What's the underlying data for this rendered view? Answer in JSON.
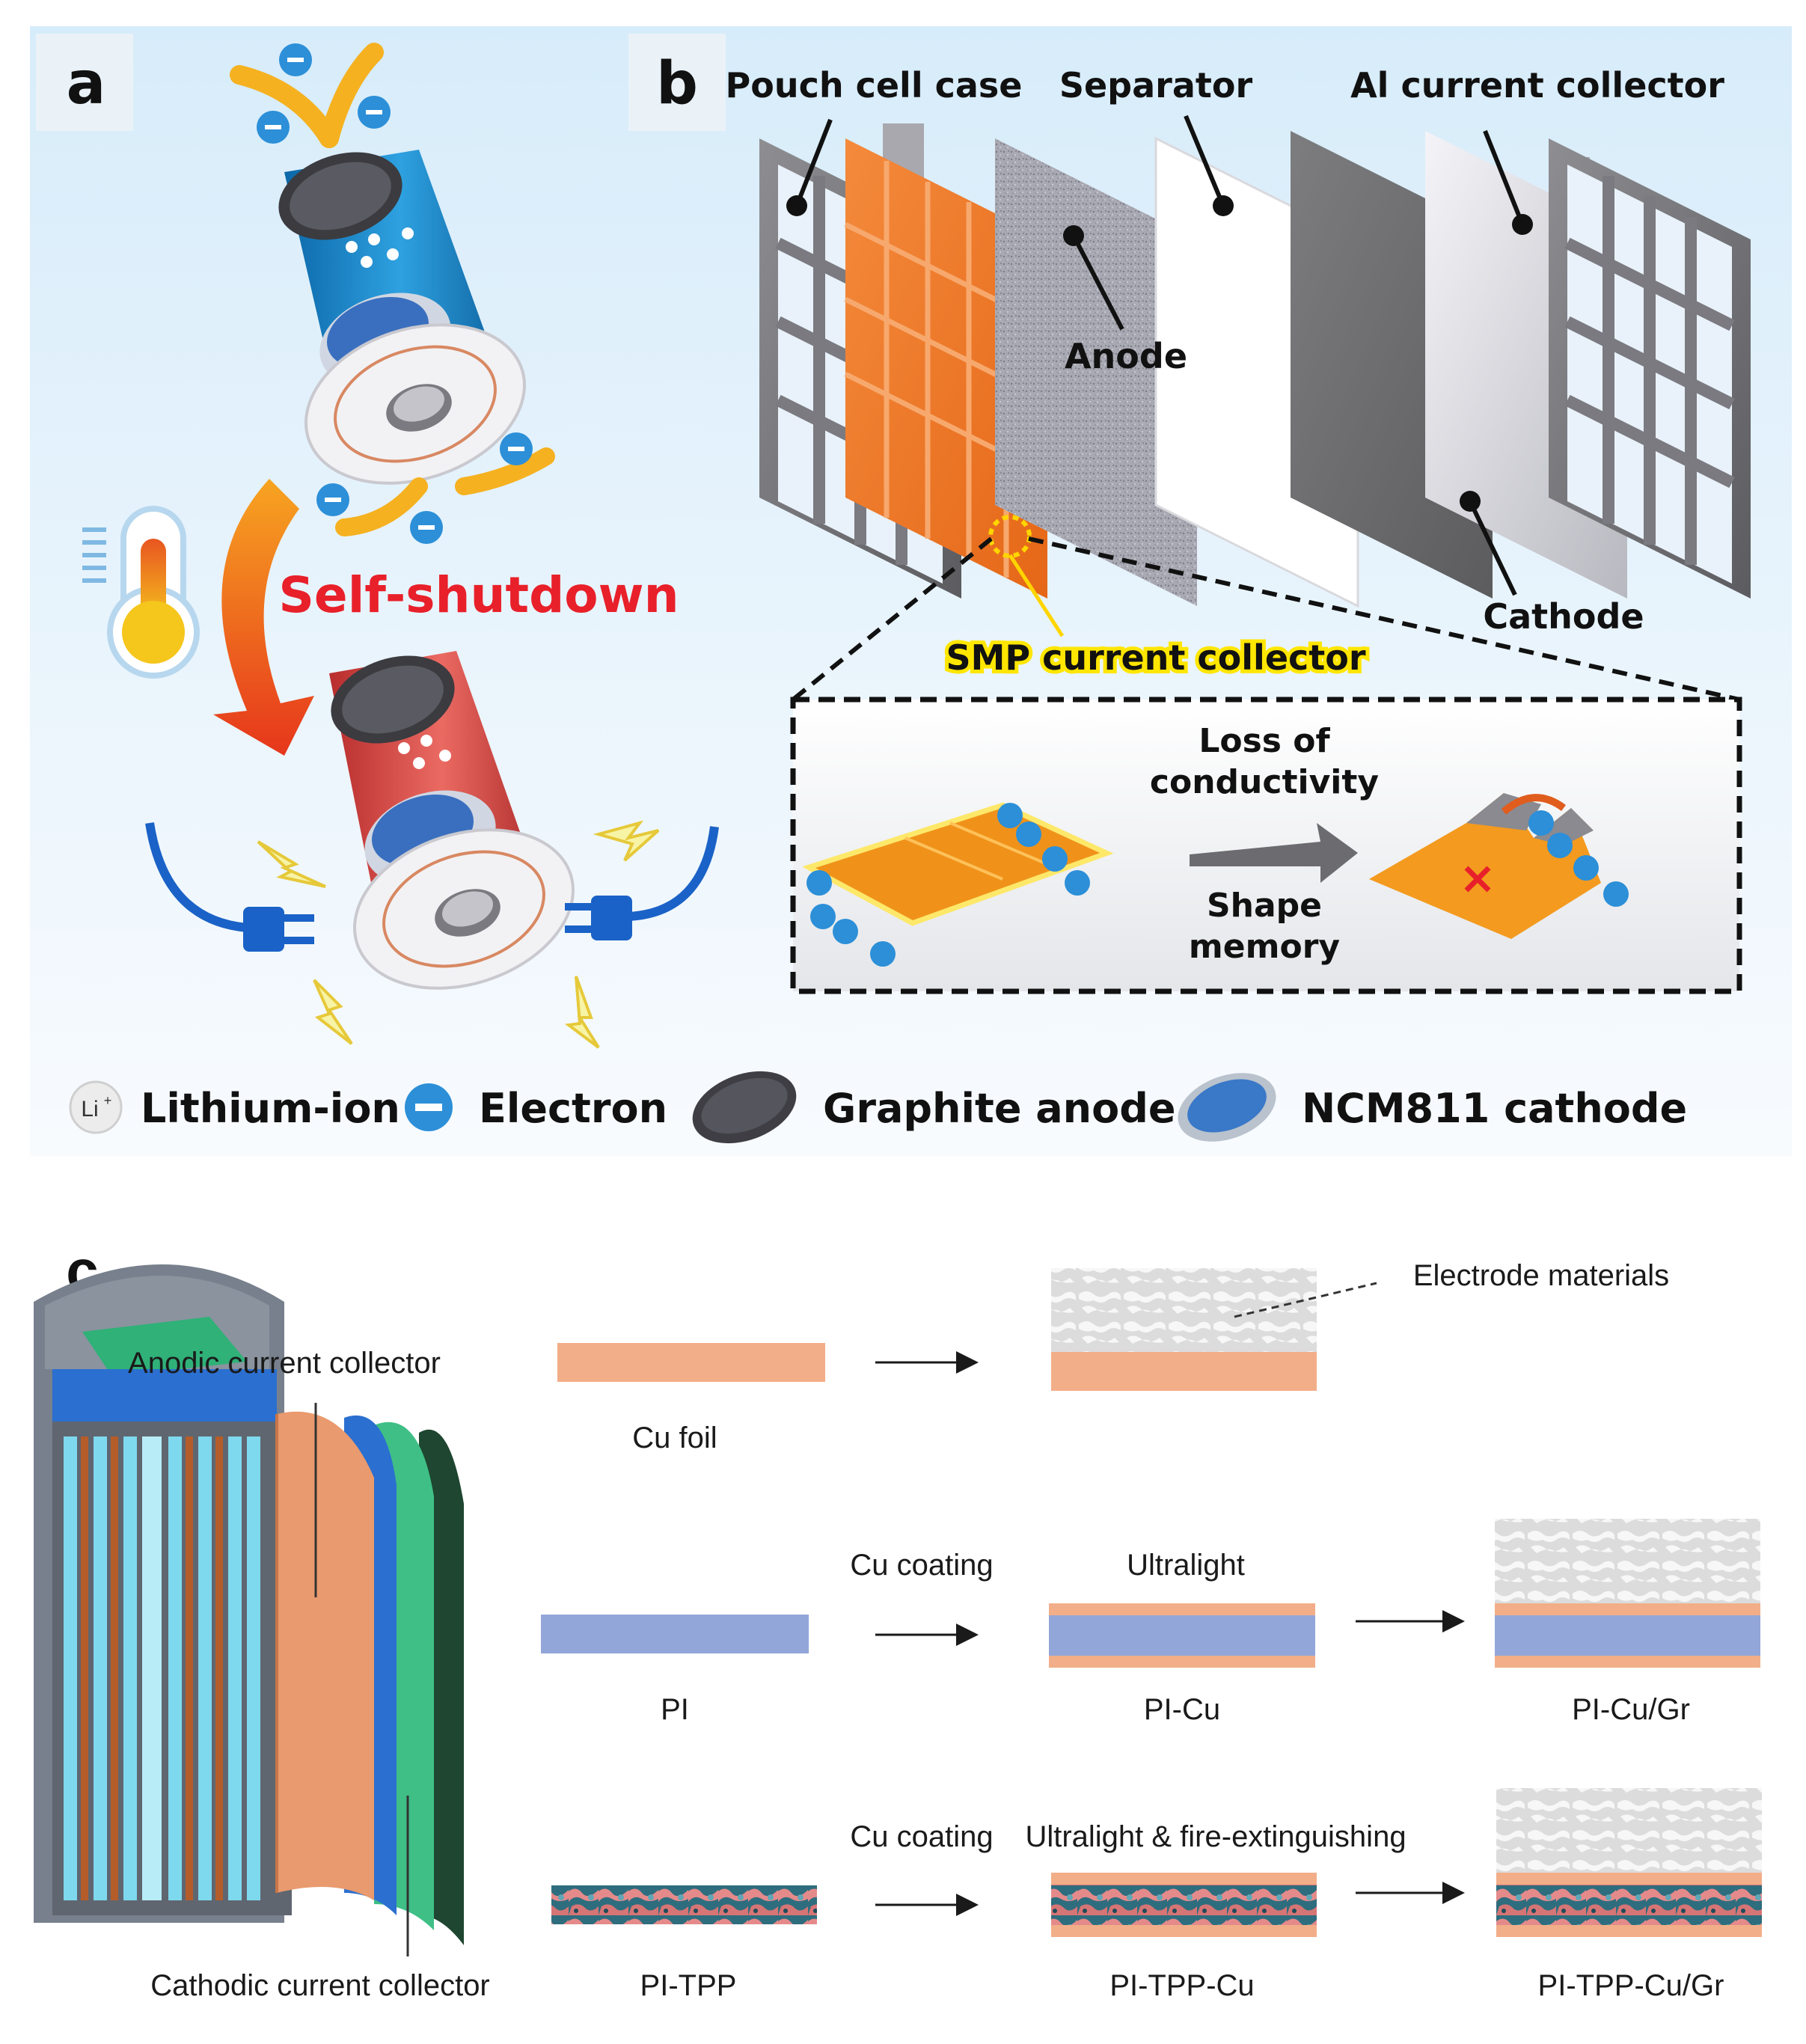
{
  "panels": {
    "a": {
      "letter": "a",
      "self_shutdown": "Self-shutdown",
      "thermometer_icon": "thermometer-icon",
      "plug_icon": "power-plug-icon",
      "lightning_icon": "lightning-icon"
    },
    "b": {
      "letter": "b",
      "labels": {
        "pouch_cell_case": "Pouch cell case",
        "separator": "Separator",
        "al_current_collector": "Al current collector",
        "anode": "Anode",
        "cathode": "Cathode",
        "smp_current_collector": "SMP current collector"
      },
      "inset": {
        "loss_line1": "Loss of",
        "loss_line2": "conductivity",
        "shape_line1": "Shape",
        "shape_line2": "memory"
      }
    },
    "legend": {
      "li_symbol": "Li",
      "li_superscript": "+",
      "lithium_ion": "Lithium-ion",
      "electron": "Electron",
      "graphite_anode": "Graphite anode",
      "ncm_cathode": "NCM811 cathode"
    },
    "c": {
      "letter": "c",
      "anodic_label": "Anodic current collector",
      "cathodic_label": "Cathodic current collector",
      "electrode_materials": "Electrode materials",
      "rows": [
        {
          "start": "Cu foil",
          "step": "",
          "mid_tag": "",
          "mid": "",
          "end": ""
        },
        {
          "start": "PI",
          "step": "Cu coating",
          "mid_tag": "Ultralight",
          "mid": "PI-Cu",
          "end": "PI-Cu/Gr"
        },
        {
          "start": "PI-TPP",
          "step": "Cu coating",
          "mid_tag": "Ultralight & fire-extinguishing",
          "mid": "PI-TPP-Cu",
          "end": "PI-TPP-Cu/Gr"
        }
      ]
    },
    "colors": {
      "copper": "#F2AE88",
      "polyimide": "#93A6DA",
      "self_shutdown_red": "#E8202A",
      "smp_highlight": "#FFE600",
      "electron_blue": "#2C8FD8"
    }
  }
}
